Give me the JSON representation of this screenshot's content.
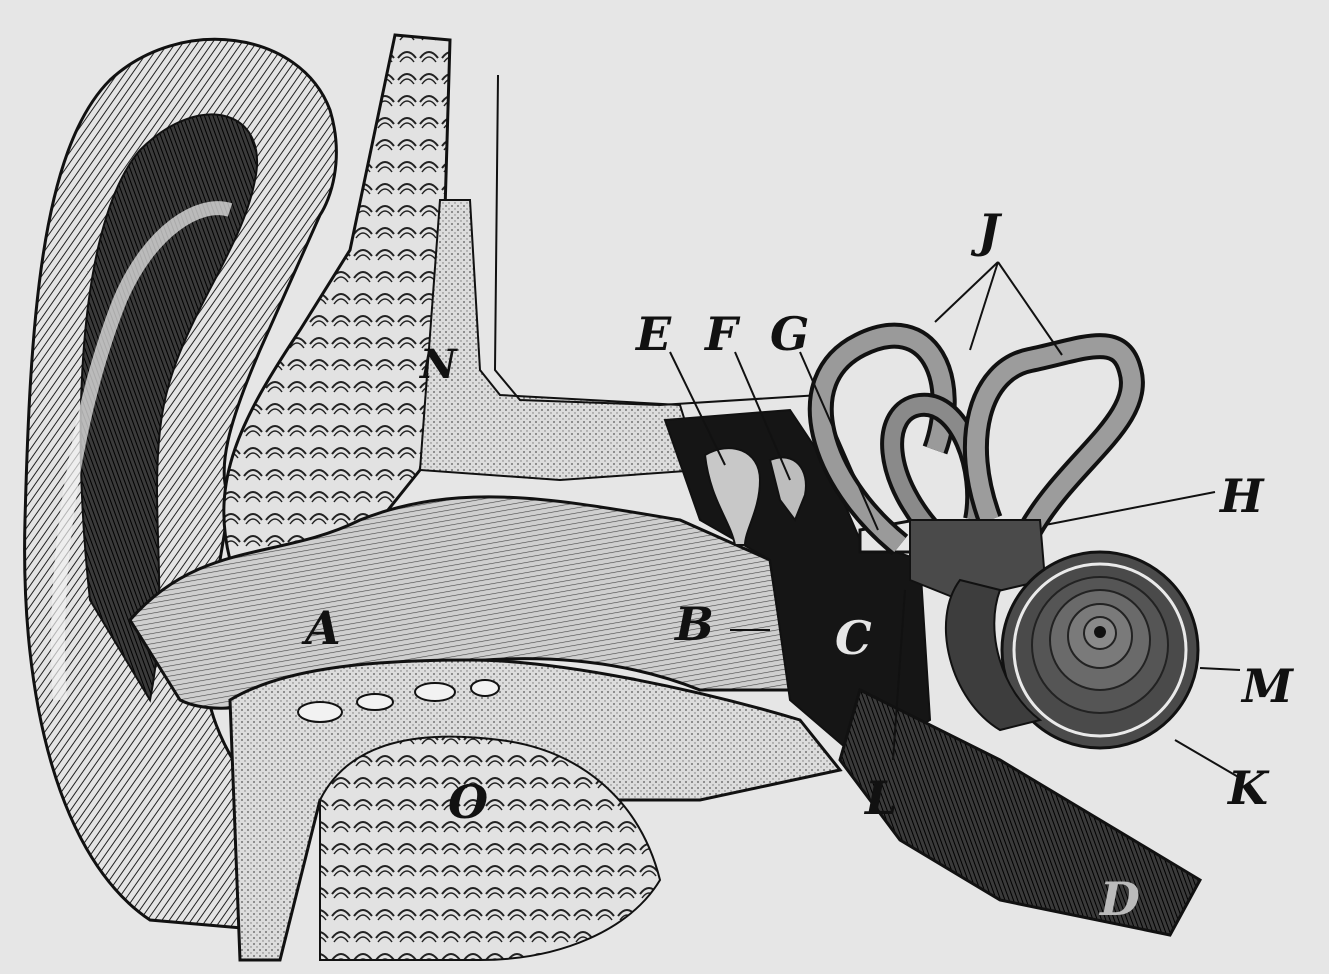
{
  "diagram": {
    "labels": {
      "A": "A",
      "B": "B",
      "C": "C",
      "D": "D",
      "E": "E",
      "F": "F",
      "G": "G",
      "H": "H",
      "J": "J",
      "K": "K",
      "L": "L",
      "M": "M",
      "N": "N",
      "O": "O"
    },
    "colors": {
      "background": "#e6e6e6",
      "ink": "#111111",
      "stipple": "#cfcfcf"
    }
  }
}
